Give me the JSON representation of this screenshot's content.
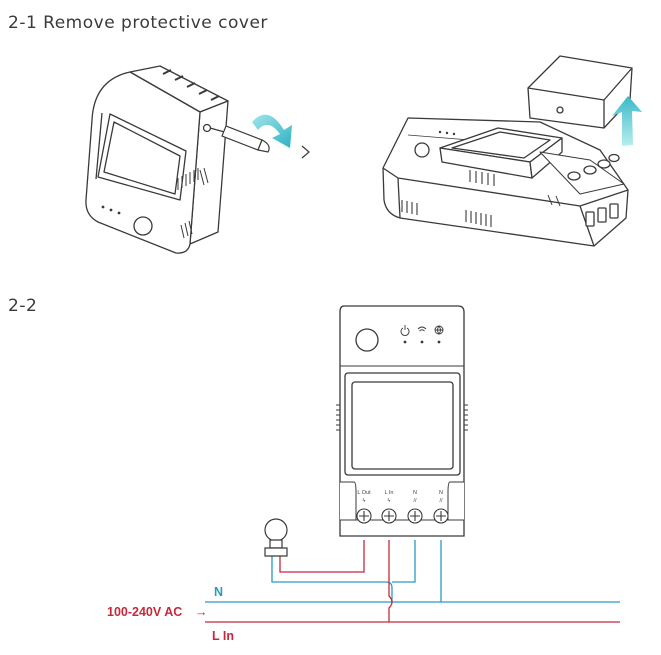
{
  "sections": [
    {
      "title": "2-1 Remove protective cover"
    },
    {
      "title": "2-2"
    }
  ],
  "terminals": [
    {
      "label": "L Out",
      "symbol": "ϟ"
    },
    {
      "label": "L In",
      "symbol": "ϟ"
    },
    {
      "label": "N",
      "symbol": "//"
    },
    {
      "label": "N",
      "symbol": "//"
    }
  ],
  "wiring": {
    "neutral_label": "N",
    "supply_label": "100-240V AC",
    "live_label": "L In",
    "arrow": "→"
  },
  "colors": {
    "neutral": "#2a9ac4",
    "live": "#c8283c",
    "device_stroke": "#3a3a3a",
    "arrow_fill": "#7fd6df"
  },
  "icons": [
    "screwdriver-icon",
    "curved-arrow-icon",
    "chevron-right-icon",
    "up-arrow-icon",
    "bulb-icon",
    "power-icon",
    "wifi-icon",
    "globe-icon"
  ]
}
